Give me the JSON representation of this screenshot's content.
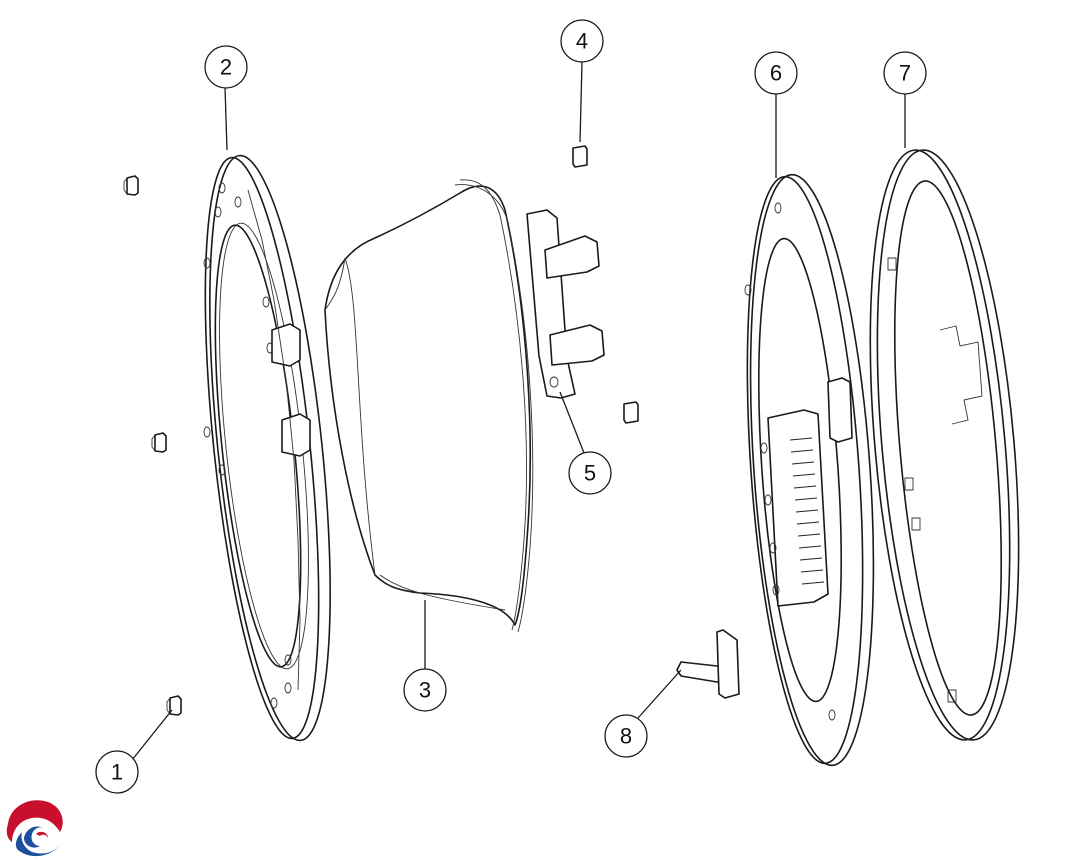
{
  "callouts": [
    {
      "id": "1",
      "label": "1"
    },
    {
      "id": "2",
      "label": "2"
    },
    {
      "id": "3",
      "label": "3"
    },
    {
      "id": "4",
      "label": "4"
    },
    {
      "id": "5",
      "label": "5"
    },
    {
      "id": "6",
      "label": "6"
    },
    {
      "id": "7",
      "label": "7"
    },
    {
      "id": "8",
      "label": "8"
    }
  ],
  "logo": {
    "icon": "brand-logo-swirl",
    "colors": [
      "#c8102e",
      "#1d4f9c"
    ]
  }
}
